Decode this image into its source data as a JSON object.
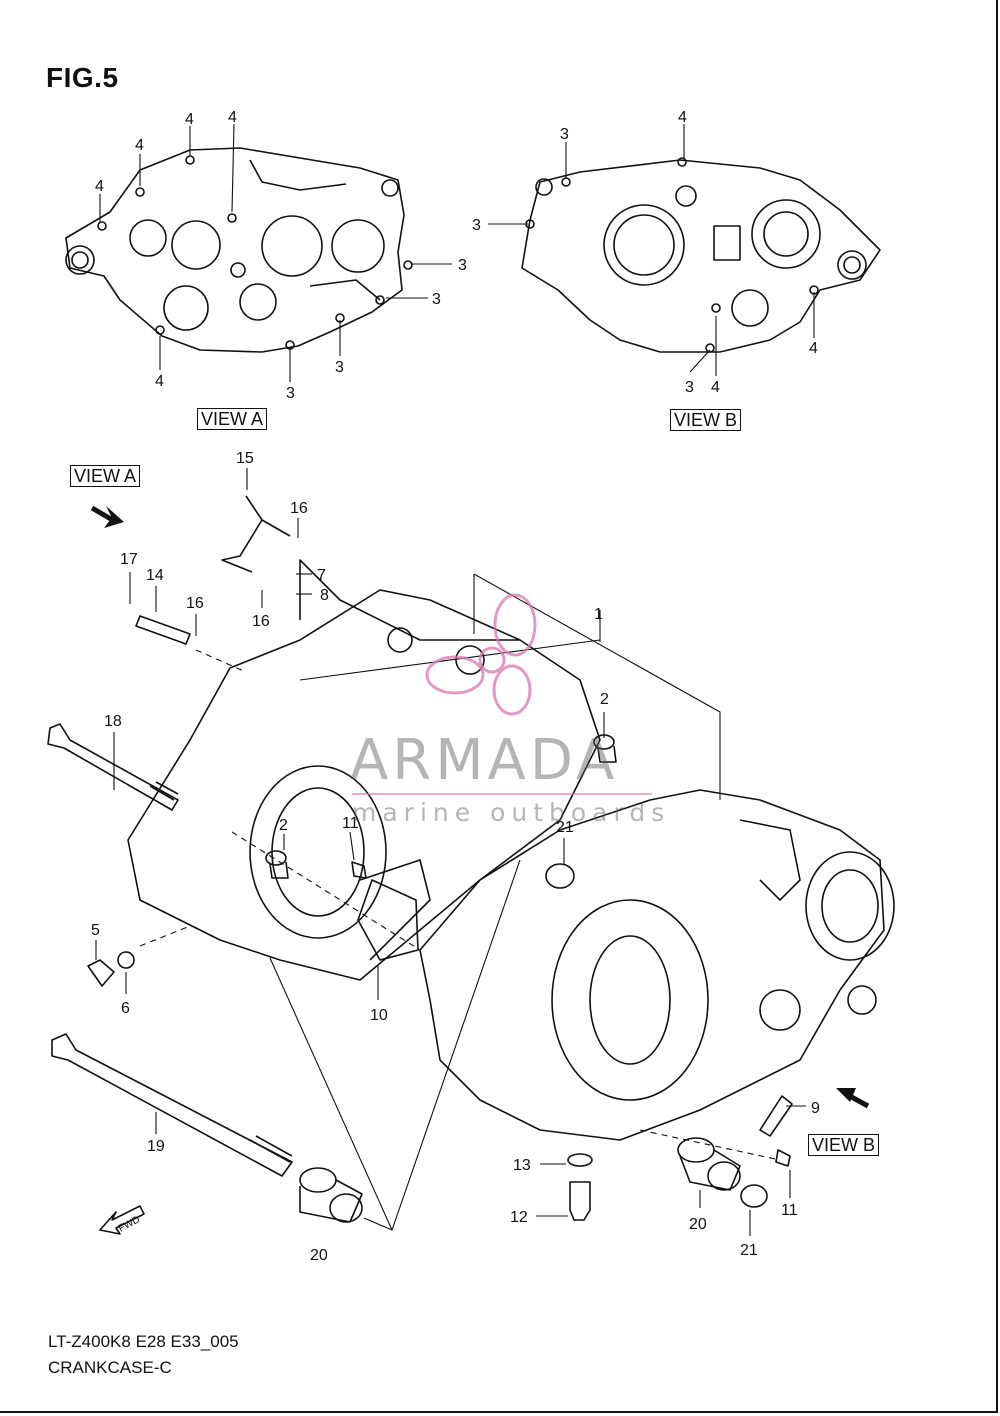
{
  "figure": {
    "title": "FIG.5"
  },
  "views": {
    "view_a": "VIEW A",
    "view_b": "VIEW B"
  },
  "callouts": {
    "view_a": [
      "4",
      "4",
      "4",
      "4",
      "4",
      "3",
      "3",
      "3",
      "3"
    ],
    "view_b": [
      "3",
      "3",
      "4",
      "4",
      "3",
      "4"
    ],
    "main": [
      "15",
      "16",
      "7",
      "8",
      "16",
      "17",
      "14",
      "16",
      "1",
      "2",
      "18",
      "2",
      "11",
      "21",
      "5",
      "6",
      "10",
      "9",
      "19",
      "13",
      "12",
      "20",
      "20",
      "11",
      "21"
    ]
  },
  "watermark": {
    "brand": "ARMADA",
    "tagline": "marine outboards",
    "accent_color": "#d878b0"
  },
  "footer": {
    "code": "LT-Z400K8 E28 E33_005",
    "name": "CRANKCASE-C"
  },
  "fwd_label": "FWD"
}
